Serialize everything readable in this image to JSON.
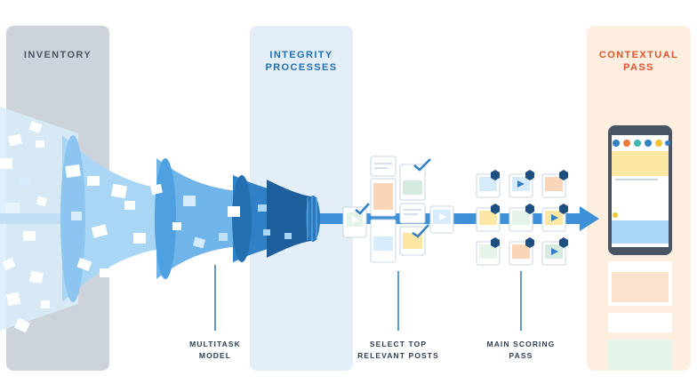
{
  "stages": {
    "inventory": {
      "title": "INVENTORY"
    },
    "integrity": {
      "title_line1": "INTEGRITY",
      "title_line2": "PROCESSES"
    },
    "contextual": {
      "title_line1": "CONTEXTUAL",
      "title_line2": "PASS"
    }
  },
  "captions": {
    "multitask": {
      "line1": "MULTITASK",
      "line2": "MODEL"
    },
    "select": {
      "line1": "SELECT TOP",
      "line2": "RELEVANT POSTS"
    },
    "scoring": {
      "line1": "MAIN SCORING",
      "line2": "PASS"
    }
  },
  "colors": {
    "inventory_bg": "#cdd3db",
    "integrity_bg": "#e3eef9",
    "contextual_bg": "#fdeee0",
    "contextual_title": "#e0532c",
    "title_dark": "#4a5563",
    "title_blue": "#1f6fb2",
    "arrow": "#3d8fd6",
    "funnel_light": "#a9d6f5",
    "funnel_mid": "#6fb5ea",
    "funnel_dark": "#2f80c4",
    "funnel_darkest": "#1d5e9c"
  }
}
